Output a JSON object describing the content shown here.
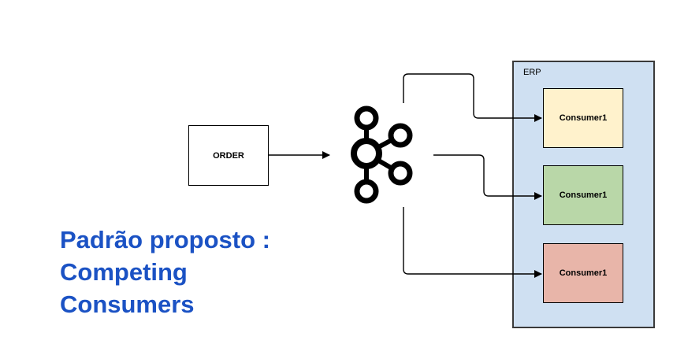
{
  "order": {
    "label": "ORDER"
  },
  "erp": {
    "label": "ERP",
    "consumers": [
      {
        "label": "Consumer1",
        "color": "#fff2cc"
      },
      {
        "label": "Consumer1",
        "color": "#b9d7a8"
      },
      {
        "label": "Consumer1",
        "color": "#e8b5a9"
      }
    ]
  },
  "broker": {
    "icon": "kafka-logo-icon"
  },
  "title": "Padrão proposto :\nCompeting\nConsumers",
  "colors": {
    "title": "#1b52c4",
    "erp_background": "#cfe0f2"
  }
}
